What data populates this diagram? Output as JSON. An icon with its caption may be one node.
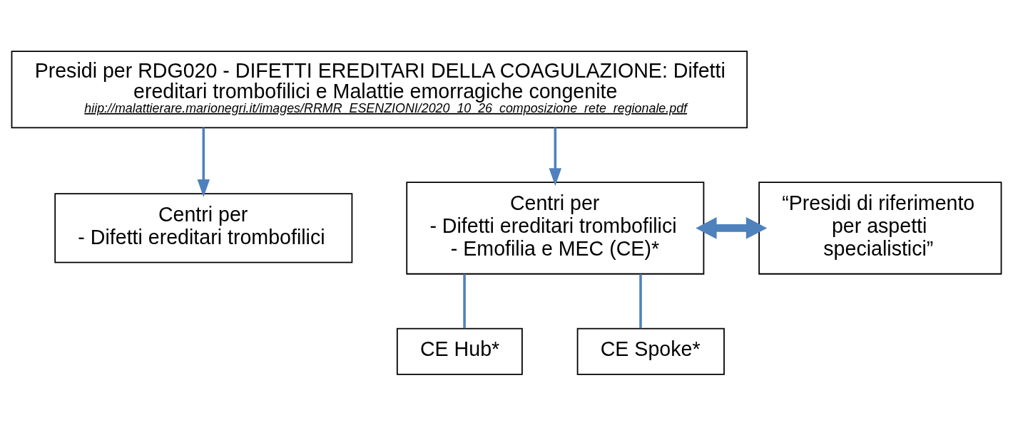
{
  "diagram": {
    "nodes": [
      {
        "text": [
          "Presidi per RDG020 - DIFETTI EREDITARI DELLA COAGULAZIONE: Difetti ereditari trombofilici e Malattie emorragiche congenite",
          "hiip://malattierare.marionegri.it/images/RRMR_ESENZIONI/2020_10_26_composizione_rete_regionale.pdf"
        ]
      },
      {
        "text": [
          "Centri per",
          "- Difetti ereditari trombofilici"
        ]
      },
      {
        "text": [
          "Centri per",
          "- Difetti ereditari trombofilici",
          "- Emofilia e MEC (CE)*"
        ]
      },
      {
        "text": [
          "“Presidi di riferimento per aspetti specialistici”"
        ]
      },
      {
        "text": [
          "CE Hub*"
        ]
      },
      {
        "text": [
          "CE Spoke*"
        ]
      }
    ],
    "edges": [
      {
        "from": 0,
        "to": 1,
        "arrow": "to"
      },
      {
        "from": 0,
        "to": 2,
        "arrow": "to"
      },
      {
        "from": 2,
        "to": 3,
        "arrow": "both",
        "style": "thick"
      },
      {
        "from": 2,
        "to": 4,
        "arrow": "none"
      },
      {
        "from": 2,
        "to": 5,
        "arrow": "none"
      }
    ]
  }
}
